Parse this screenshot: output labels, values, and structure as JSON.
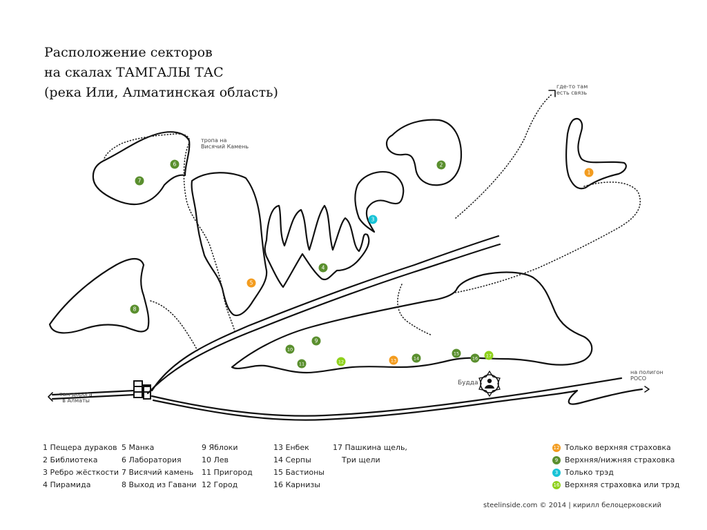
{
  "title": {
    "line1": "Расположение секторов",
    "line2": "на скалах ТАМГАЛЫ ТАС",
    "line3": "(река Или, Алматинская область)"
  },
  "annotations": {
    "signal_line1": "где-то там",
    "signal_line2": "есть связь",
    "trail_line1": "тропа на",
    "trail_line2": "Висячий Камень",
    "road_line1": "там дорога",
    "road_line2": "в Алматы",
    "polygon_line1": "на полигон",
    "polygon_line2": "РОСО",
    "buddha": "Будда"
  },
  "colors": {
    "top_rope_only": "#f39c1f",
    "top_bottom": "#5a8f2e",
    "trad_only": "#18c3d6",
    "top_or_trad": "#8fd11c"
  },
  "sectors": [
    {
      "num": "1",
      "type": "top_rope_only"
    },
    {
      "num": "2",
      "type": "top_bottom"
    },
    {
      "num": "3",
      "type": "trad_only"
    },
    {
      "num": "4",
      "type": "top_bottom"
    },
    {
      "num": "5",
      "type": "top_rope_only"
    },
    {
      "num": "6",
      "type": "top_bottom"
    },
    {
      "num": "7",
      "type": "top_bottom"
    },
    {
      "num": "8",
      "type": "top_bottom"
    },
    {
      "num": "9",
      "type": "top_bottom"
    },
    {
      "num": "10",
      "type": "top_bottom"
    },
    {
      "num": "11",
      "type": "top_bottom"
    },
    {
      "num": "12",
      "type": "top_or_trad"
    },
    {
      "num": "13",
      "type": "top_rope_only"
    },
    {
      "num": "14",
      "type": "top_bottom"
    },
    {
      "num": "15",
      "type": "top_bottom"
    },
    {
      "num": "16",
      "type": "top_bottom"
    },
    {
      "num": "17",
      "type": "top_or_trad"
    }
  ],
  "sector_names": {
    "col1": [
      "1 Пещера дураков",
      "2 Библиотека",
      "3 Ребро жёсткости",
      "4 Пирамида"
    ],
    "col2": [
      "5 Манка",
      "6 Лаборатория",
      "7 Висячий камень",
      "8 Выход из Гавани"
    ],
    "col3": [
      "9 Яблоки",
      "10 Лев",
      "11 Пригород",
      "12 Город"
    ],
    "col4": [
      "13 Енбек",
      "14 Серпы",
      "15 Бастионы",
      "16 Карнизы"
    ],
    "col5": [
      "17 Пашкина щель,",
      "Три щели"
    ]
  },
  "key": [
    {
      "num": "12",
      "type": "top_rope_only",
      "label": "Только верхняя страховка"
    },
    {
      "num": "9",
      "type": "top_bottom",
      "label": "Верхняя/нижняя страховка"
    },
    {
      "num": "3",
      "type": "trad_only",
      "label": "Только трэд"
    },
    {
      "num": "16",
      "type": "top_or_trad",
      "label": "Верхняя страховка или трэд"
    }
  ],
  "credit": "steelinside.com © 2014  |  кирилл белоцерковский"
}
